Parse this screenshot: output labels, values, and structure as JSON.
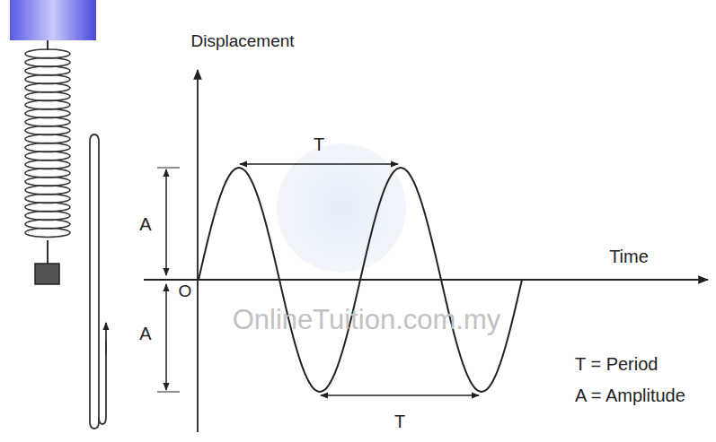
{
  "diagram": {
    "labels": [
      "Displacement",
      "T",
      "A",
      "Time",
      "O",
      "A",
      "T",
      "T = Period",
      "A = Amplitude",
      "OnlineTuition.com.my"
    ]
  }
}
